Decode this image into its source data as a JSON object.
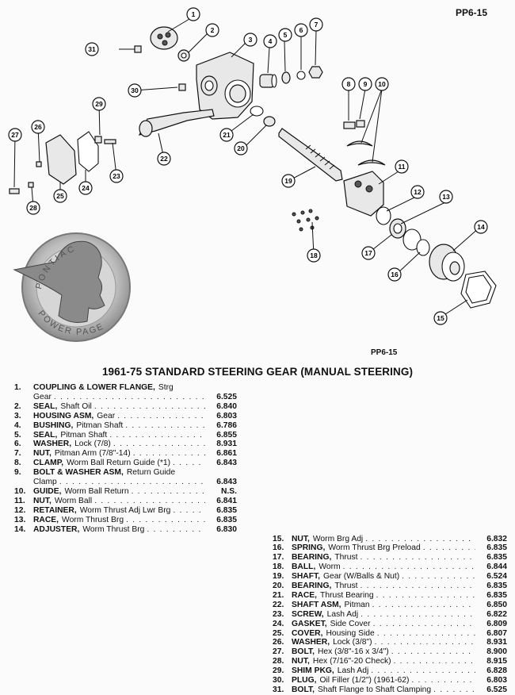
{
  "page": {
    "code_corner": "PP6-15",
    "code_figure": "PP6-15"
  },
  "logo": {
    "text_top": "PONTIAC",
    "text_bottom": "POWER PAGE"
  },
  "title": "1961-75 STANDARD STEERING GEAR (MANUAL STEERING)",
  "callouts": [
    "1",
    "2",
    "3",
    "4",
    "5",
    "6",
    "7",
    "8",
    "9",
    "10",
    "11",
    "12",
    "13",
    "14",
    "15",
    "16",
    "17",
    "18",
    "19",
    "20",
    "21",
    "22",
    "23",
    "24",
    "25",
    "26",
    "27",
    "28",
    "29",
    "30",
    "31"
  ],
  "parts_left": [
    {
      "num": "1.",
      "name": "COUPLING & LOWER FLANGE,",
      "desc": "Strg",
      "cont": "Gear",
      "pn": "6.525"
    },
    {
      "num": "2.",
      "name": "SEAL,",
      "desc": "Shaft Oil",
      "pn": "6.840"
    },
    {
      "num": "3.",
      "name": "HOUSING ASM,",
      "desc": "Gear",
      "pn": "6.803"
    },
    {
      "num": "4.",
      "name": "BUSHING,",
      "desc": "Pitman Shaft",
      "pn": "6.786"
    },
    {
      "num": "5.",
      "name": "SEAL,",
      "desc": "Pitman Shaft",
      "pn": "6.855"
    },
    {
      "num": "6.",
      "name": "WASHER,",
      "desc": "Lock (7/8)",
      "pn": "8.931"
    },
    {
      "num": "7.",
      "name": "NUT,",
      "desc": "Pitman Arm (7/8\"-14)",
      "pn": "6.861"
    },
    {
      "num": "8.",
      "name": "CLAMP,",
      "desc": "Worm Ball Return Guide (*1)",
      "pn": "6.843"
    },
    {
      "num": "9.",
      "name": "BOLT & WASHER ASM,",
      "desc": "Return Guide",
      "cont": "Clamp",
      "pn": "6.843"
    },
    {
      "num": "10.",
      "name": "GUIDE,",
      "desc": "Worm Ball Return",
      "pn": "N.S."
    },
    {
      "num": "11.",
      "name": "NUT,",
      "desc": "Worm Ball",
      "pn": "6.841"
    },
    {
      "num": "12.",
      "name": "RETAINER,",
      "desc": "Worm Thrust Adj Lwr Brg",
      "pn": "6.835"
    },
    {
      "num": "13.",
      "name": "RACE,",
      "desc": "Worm Thrust Brg",
      "pn": "6.835"
    },
    {
      "num": "14.",
      "name": "ADJUSTER,",
      "desc": "Worm Thrust Brg",
      "pn": "6.830"
    }
  ],
  "parts_right": [
    {
      "num": "15.",
      "name": "NUT,",
      "desc": "Worm Brg Adj",
      "pn": "6.832"
    },
    {
      "num": "16.",
      "name": "SPRING,",
      "desc": "Worm Thrust Brg Preload",
      "pn": "6.835"
    },
    {
      "num": "17.",
      "name": "BEARING,",
      "desc": "Thrust",
      "pn": "6.835"
    },
    {
      "num": "18.",
      "name": "BALL,",
      "desc": "Worm",
      "pn": "6.844"
    },
    {
      "num": "19.",
      "name": "SHAFT,",
      "desc": "Gear (W/Balls & Nut)",
      "pn": "6.524"
    },
    {
      "num": "20.",
      "name": "BEARING,",
      "desc": "Thrust",
      "pn": "6.835"
    },
    {
      "num": "21.",
      "name": "RACE,",
      "desc": "Thrust Bearing",
      "pn": "6.835"
    },
    {
      "num": "22.",
      "name": "SHAFT ASM,",
      "desc": "Pitman",
      "pn": "6.850"
    },
    {
      "num": "23.",
      "name": "SCREW,",
      "desc": "Lash Adj",
      "pn": "6.822"
    },
    {
      "num": "24.",
      "name": "GASKET,",
      "desc": "Side Cover",
      "pn": "6.809"
    },
    {
      "num": "25.",
      "name": "COVER,",
      "desc": "Housing Side",
      "pn": "6.807"
    },
    {
      "num": "26.",
      "name": "WASHER,",
      "desc": "Lock (3/8\")",
      "pn": "8.931"
    },
    {
      "num": "27.",
      "name": "BOLT,",
      "desc": "Hex (3/8\"-16 x 3/4\")",
      "pn": "8.900"
    },
    {
      "num": "28.",
      "name": "NUT,",
      "desc": "Hex (7/16\"-20 Check)",
      "pn": "8.915"
    },
    {
      "num": "29.",
      "name": "SHIM PKG,",
      "desc": "Lash Adj",
      "pn": "6.828"
    },
    {
      "num": "30.",
      "name": "PLUG,",
      "desc": "Oil Filler (1/2\") (1961-62)",
      "pn": "6.803"
    },
    {
      "num": "31.",
      "name": "BOLT,",
      "desc": "Shaft Flange to Shaft Clamping",
      "pn": "6.525"
    }
  ]
}
